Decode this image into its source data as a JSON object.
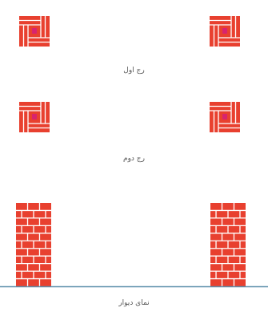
{
  "colors": {
    "brick": "#e8402f",
    "mortar": "#ffffff",
    "accent": "#d8246e",
    "ground": "#5b8eaa",
    "text": "#555555"
  },
  "labels": {
    "row1": "رج اول",
    "row2": "رج دوم",
    "wall": "نمای دیوار"
  }
}
